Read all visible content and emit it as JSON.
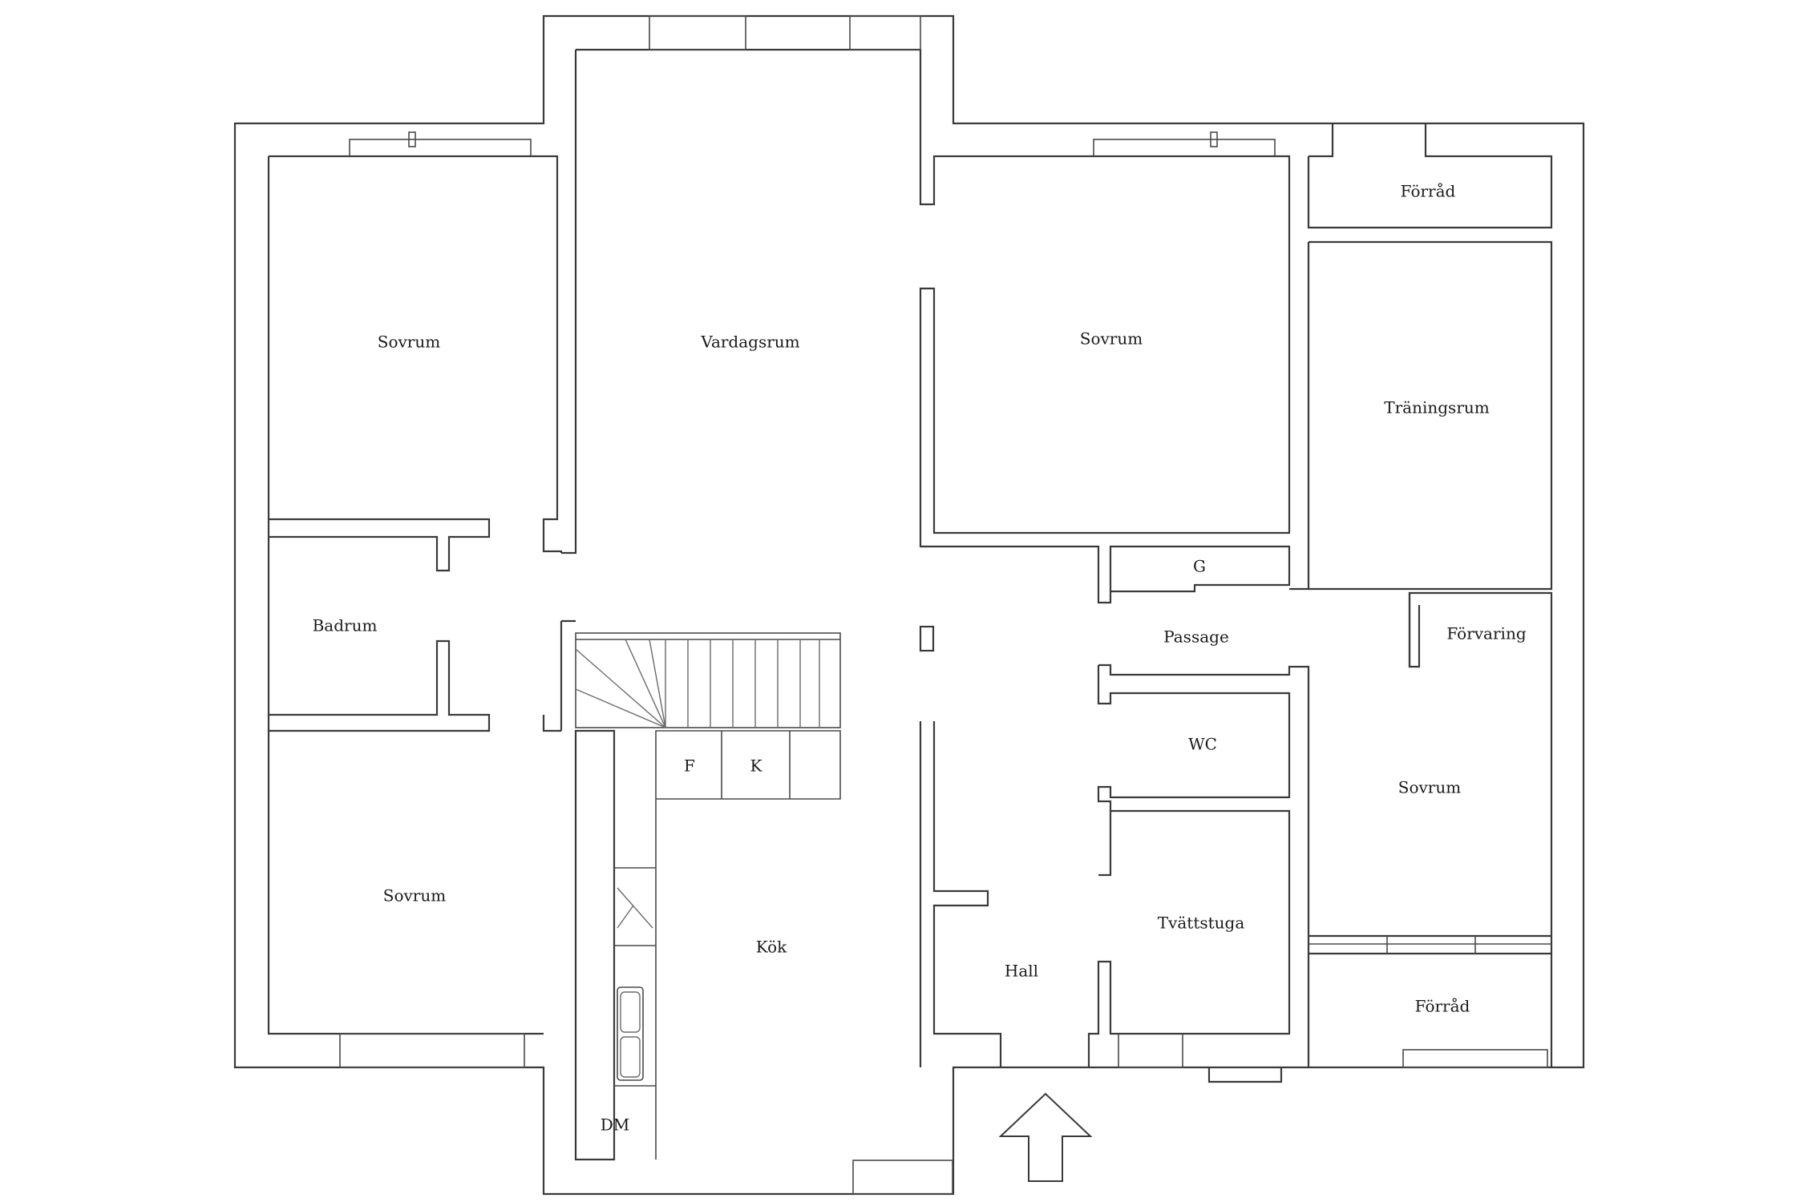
{
  "rooms": {
    "sovrum_nw": "Sovrum",
    "vardagsrum": "Vardagsrum",
    "sovrum_n": "Sovrum",
    "forrad_ne": "Förråd",
    "traningsrum": "Träningsrum",
    "badrum": "Badrum",
    "g": "G",
    "passage": "Passage",
    "forvaring": "Förvaring",
    "f": "F",
    "k": "K",
    "wc": "WC",
    "sovrum_e": "Sovrum",
    "sovrum_sw": "Sovrum",
    "kok": "Kök",
    "tvattstuga": "Tvättstuga",
    "hall": "Hall",
    "forrad_se": "Förråd",
    "dm": "DM"
  },
  "colors": {
    "wall": "#3a3a3a",
    "background": "#ffffff"
  },
  "icons": {
    "entrance": "entrance-arrow-icon"
  }
}
